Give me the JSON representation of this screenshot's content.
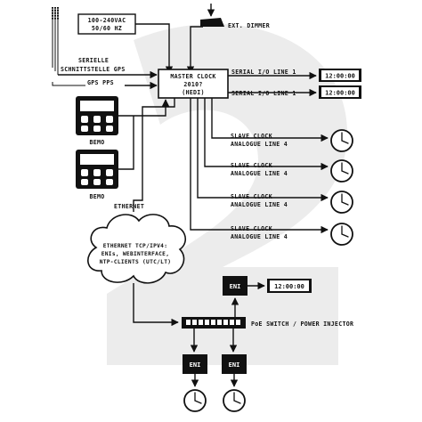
{
  "colors": {
    "ink": "#111111",
    "watermark": "#e9e9e9",
    "background": "#ffffff"
  },
  "power_box": {
    "line1": "100-240VAC",
    "line2": "50/60 HZ"
  },
  "ext_dimmer": "EXT. DIMMER",
  "gps_serial": {
    "line1": "SERIELLE",
    "line2": "SCHNITTSTELLE GPS"
  },
  "gps_pps": "GPS PPS",
  "master_clock": {
    "line1": "MASTER CLOCK",
    "line2": "2010?",
    "line3": "(HEDI)"
  },
  "serial_lines": [
    {
      "label": "SERIAL I/O LINE 1",
      "display": "12:00:00"
    },
    {
      "label": "SERIAL I/O LINE 1",
      "display": "12:00:00"
    }
  ],
  "slave_clocks": [
    {
      "line1": "SLAVE CLOCK",
      "line2": "ANALOGUE LINE 4"
    },
    {
      "line1": "SLAVE CLOCK",
      "line2": "ANALOGUE LINE 4"
    },
    {
      "line1": "SLAVE CLOCK",
      "line2": "ANALOGUE LINE 4"
    },
    {
      "line1": "SLAVE CLOCK",
      "line2": "ANALOGUE LINE 4"
    }
  ],
  "bemo": [
    "BEMO",
    "BEMO"
  ],
  "ethernet_label": "ETHERNET",
  "cloud": {
    "line1": "ETHERNET TCP/IPV4:",
    "line2": "ENIs, WEBINTERFACE,",
    "line3": "NTP-CLIENTS (UTC/LT)"
  },
  "eni_top": {
    "label": "ENI",
    "display": "12:00:00"
  },
  "poe_switch": "PoE SWITCH / POWER INJECTOR",
  "eni_bottom": [
    "ENI",
    "ENI"
  ]
}
